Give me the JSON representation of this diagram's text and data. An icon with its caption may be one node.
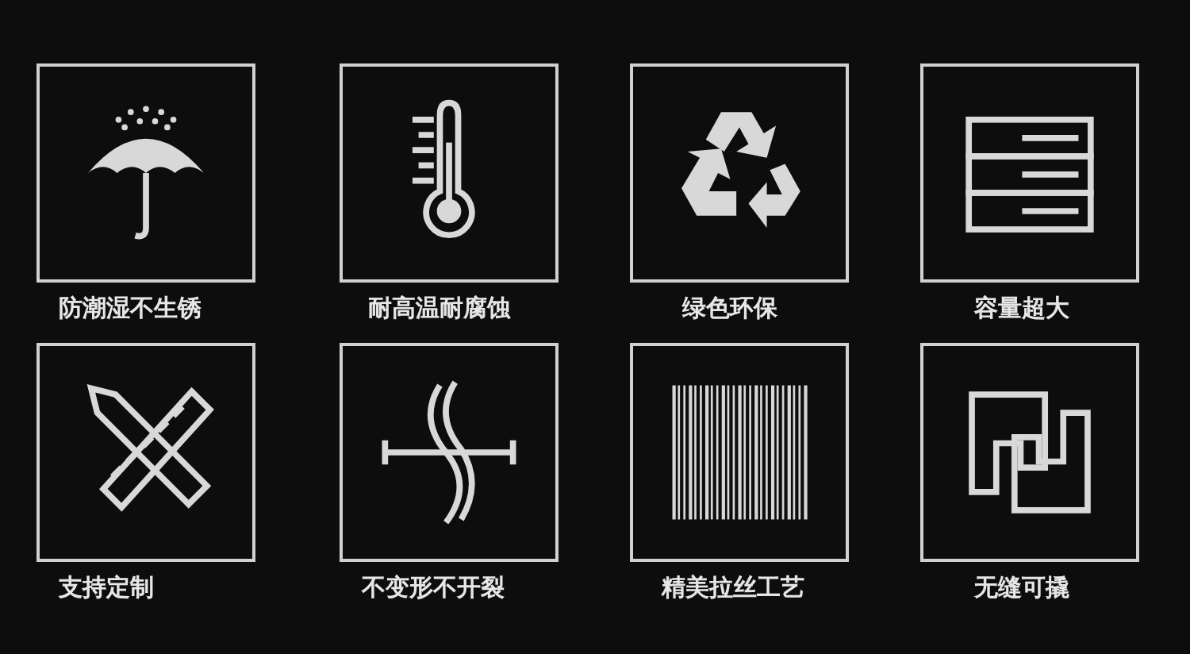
{
  "diagram": {
    "nodes": [
      {
        "text": [
          "防潮湿不生锈"
        ]
      },
      {
        "text": [
          "耐高温耐腐蚀"
        ]
      },
      {
        "text": [
          "绿色环保"
        ]
      },
      {
        "text": [
          "容量超大"
        ]
      },
      {
        "text": [
          "支持定制"
        ]
      },
      {
        "text": [
          "不变形不开裂"
        ]
      },
      {
        "text": [
          "精美拉丝工艺"
        ]
      },
      {
        "text": [
          "无缝可撬"
        ]
      }
    ]
  }
}
